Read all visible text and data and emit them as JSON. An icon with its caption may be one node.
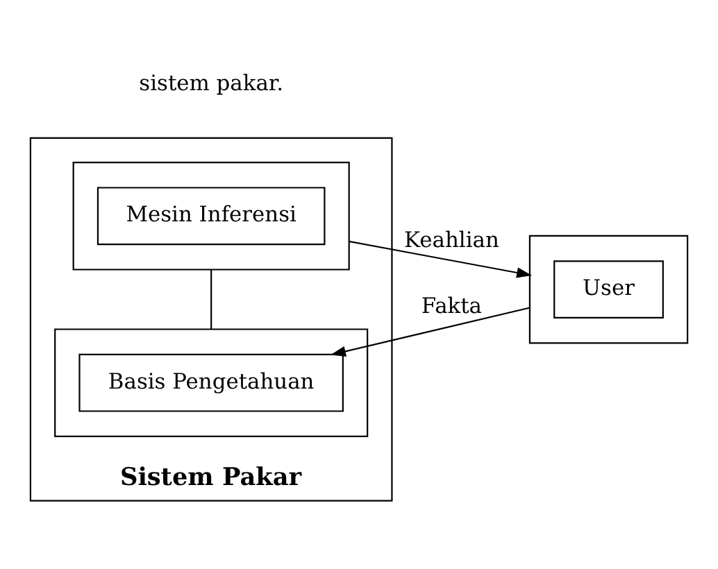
{
  "diagram": {
    "nodes": [
      {
        "text": [
          "Sistem Pakar"
        ]
      },
      {
        "text": [],
        "shape": "box",
        "in": 0
      },
      {
        "text": [
          "Basis Pengetahuan"
        ],
        "in": 1
      },
      {
        "text": [],
        "shape": "box",
        "in": 0
      },
      {
        "text": [
          "Mesin Inferensi"
        ],
        "in": 3
      },
      {
        "text": [],
        "shape": "box"
      },
      {
        "text": [
          "User"
        ],
        "in": 5
      }
    ],
    "edges": [
      {
        "from": 5,
        "to": 2,
        "arrow": "to",
        "label": "Fakta"
      },
      {
        "from": 1,
        "to": 3,
        "arrow": "none"
      },
      {
        "from": 3,
        "to": 5,
        "arrow": "to",
        "label": "Keahlian"
      }
    ],
    "labels": [
      "sistem pakar."
    ]
  }
}
